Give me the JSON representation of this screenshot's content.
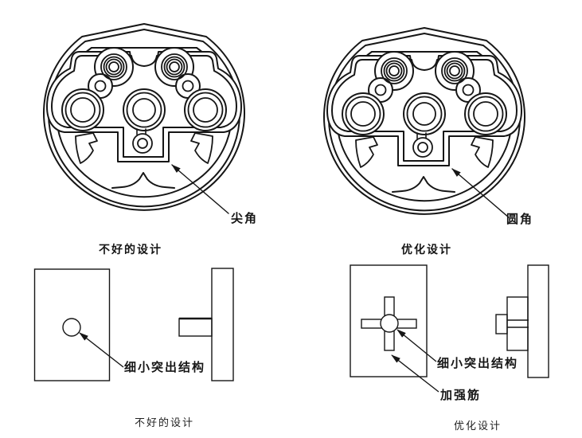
{
  "colors": {
    "background": "#ffffff",
    "line": "#161616"
  },
  "top_row": {
    "bad_design": {
      "callout": "尖角",
      "caption": "不好的设计"
    },
    "optimized_design": {
      "callout": "圆角",
      "caption": "优化设计"
    }
  },
  "bottom_row": {
    "bad_design": {
      "callout_protrusion": "细小突出结构",
      "caption": "不好的设计"
    },
    "optimized_design": {
      "callout_protrusion": "细小突出结构",
      "callout_rib": "加强筋",
      "caption": "优化设计"
    }
  }
}
